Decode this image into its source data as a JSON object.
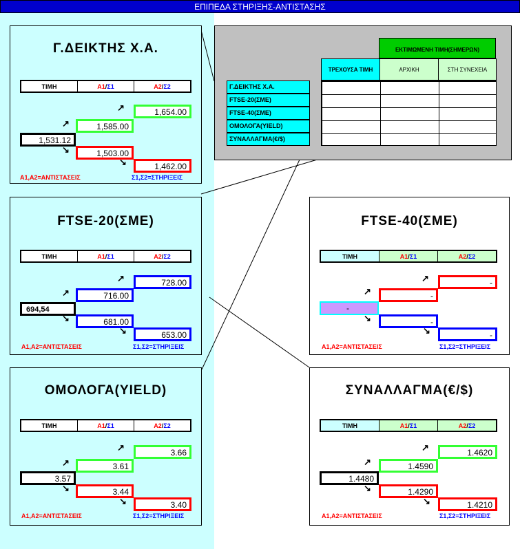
{
  "window_title": "ΕΠΙΠΕΔΑ ΣΤΗΡΙΞΗΣ-ΑΝΤΙΣΤΑΣΗΣ",
  "header_labels": {
    "price": "ΤΙΜΗ",
    "a1": "A1",
    "s1": "Σ1",
    "a2": "A2",
    "s2": "Σ2",
    "sep": "/"
  },
  "legend": {
    "resist": "A1,A2=ΑΝΤΙΣΤΑΣΕΙΣ",
    "support": "Σ1,Σ2=ΣΤΗΡΙΞΕΙΣ"
  },
  "panels": {
    "gd": {
      "title": "Γ.ΔΕΙΚΤΗΣ Χ.Α.",
      "a2": "1,654.00",
      "a1": "1,585.00",
      "price": "1,531.12",
      "s1": "1,503.00",
      "s2": "1,462.00"
    },
    "ftse20": {
      "title": "FTSE-20(ΣΜΕ)",
      "a2": "728.00",
      "a1": "716.00",
      "price": "694,54",
      "s1": "681.00",
      "s2": "653.00"
    },
    "ftse40": {
      "title": "FTSE-40(ΣΜΕ)",
      "a2": "-",
      "a1": "-",
      "price": "-",
      "s1": "-",
      "s2": "-"
    },
    "bonds": {
      "title": "ΟΜΟΛΟΓΑ(YIELD)",
      "a2": "3.66",
      "a1": "3.61",
      "price": "3.57",
      "s1": "3.44",
      "s2": "3.40"
    },
    "fx": {
      "title": "ΣΥΝΑΛΛΑΓΜΑ(€/$)",
      "a2": "1.4620",
      "a1": "1.4590",
      "price": "1.4480",
      "s1": "1.4290",
      "s2": "1.4210"
    }
  },
  "summary": {
    "estimated_header": "ΕΚΤΙΜΩΜΕΝΗ ΤΙΜΗ(ΣΗΜΕΡΩΝ)",
    "col_current": "ΤΡΕΧΟΥΣΑ ΤΙΜΗ",
    "col_initial": "ΑΡΧΙΚΗ",
    "col_later": "ΣΤΗ ΣΥΝΕΧΕΙΑ",
    "rows": [
      "Γ.ΔΕΙΚΤΗΣ Χ.Α.",
      "FTSE-20(ΣΜΕ)",
      "FTSE-40(ΣΜΕ)",
      "ΟΜΟΛΟΓΑ(YIELD)",
      "ΣΥΝΑΛΛΑΓΜΑ(€/$)"
    ]
  },
  "colors": {
    "title_bar": "#0000cc",
    "panel_bg": "#ccffff",
    "resistance": "#ff0000",
    "support": "#0000ff",
    "up": "#33ff33",
    "price_purple": "#cc99ff"
  }
}
